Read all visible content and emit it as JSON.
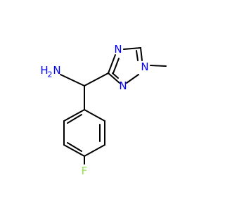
{
  "molecule": {
    "colors": {
      "bond": "#000000",
      "nitrogen": "#0000ff",
      "fluorine": "#90e050",
      "carbon": "#000000"
    },
    "labels": {
      "amine_n": "N",
      "amine_h2": "H",
      "amine_sub": "2",
      "n4": "N",
      "n1": "N",
      "n2": "N",
      "fluorine": "F"
    }
  }
}
